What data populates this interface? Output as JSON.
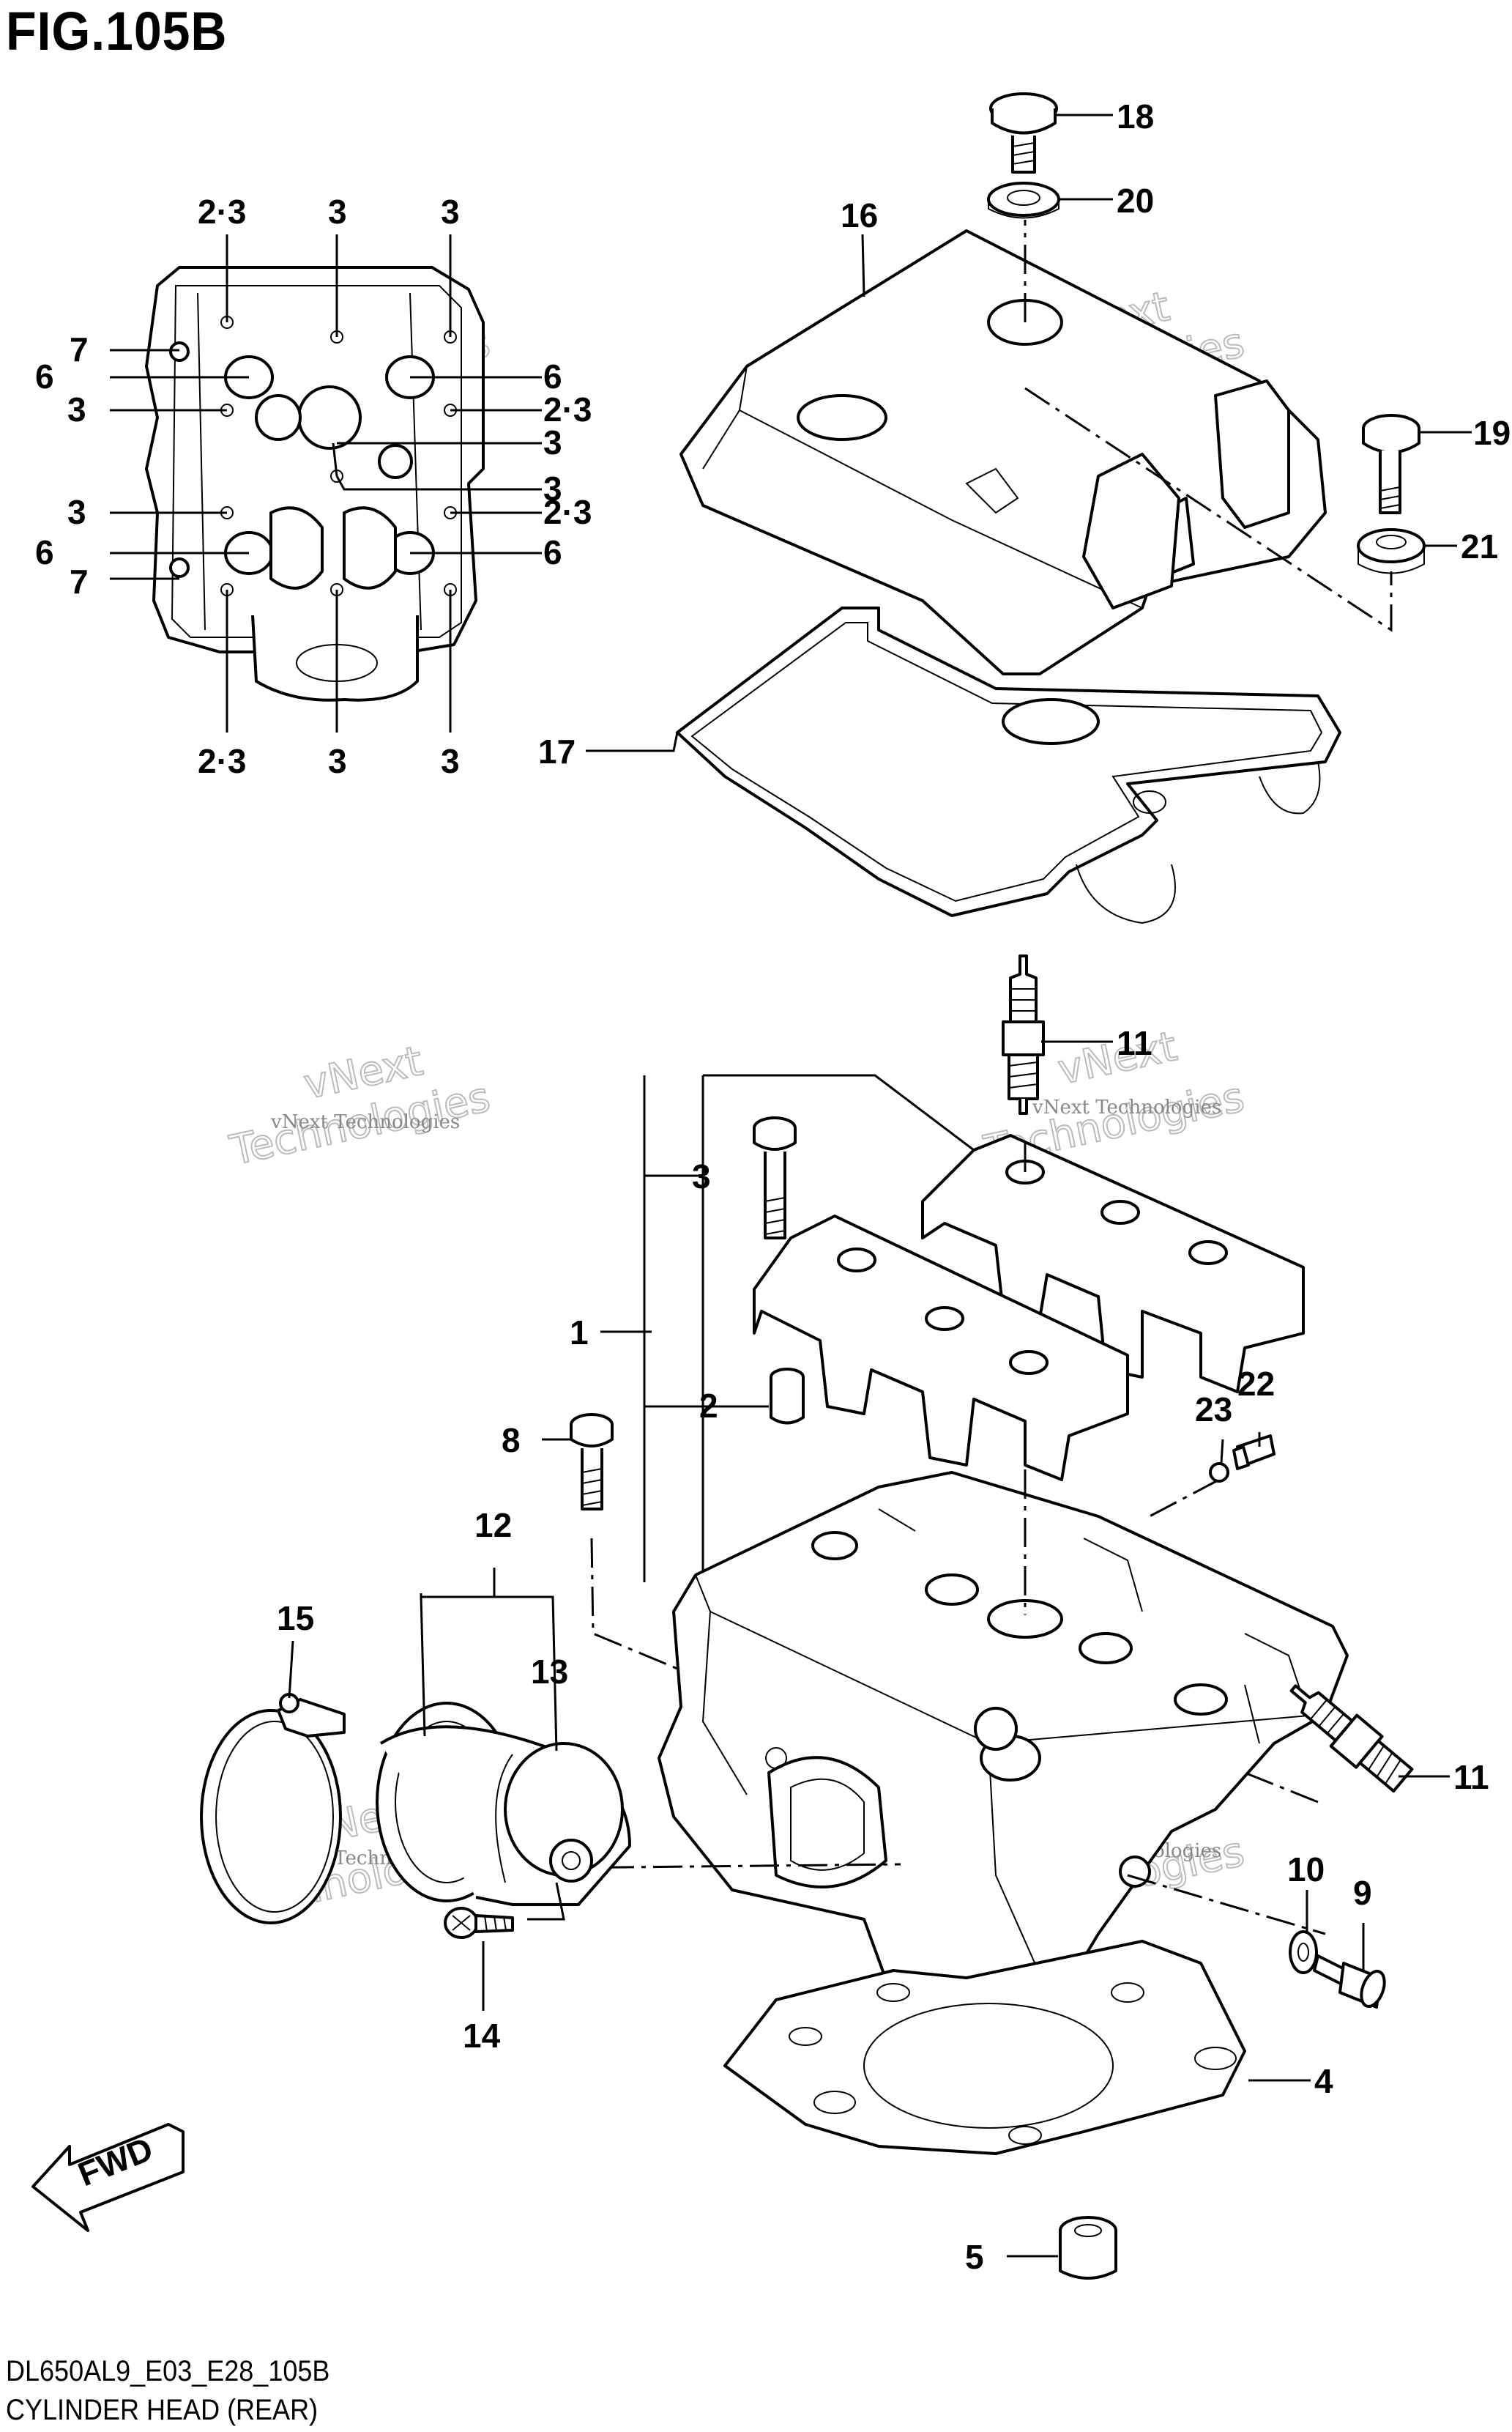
{
  "figure": {
    "title": "FIG.105B",
    "code": "DL650AL9_E03_E28_105B",
    "name": "CYLINDER HEAD (REAR)"
  },
  "watermark": {
    "line1": "vNext Technologies",
    "line2": "vNext",
    "line3": "Technologies"
  },
  "fwd": "FWD",
  "inset_labels": {
    "top_23": "2·3",
    "top_3a": "3",
    "top_3b": "3",
    "l7a": "7",
    "l6a": "6",
    "l3a": "3",
    "l3b": "3",
    "l6b": "6",
    "l7b": "7",
    "r6a": "6",
    "r23a": "2·3",
    "r3a": "3",
    "r3b": "3",
    "r23b": "2·3",
    "r6b": "6",
    "bot_23": "2·3",
    "bot_3a": "3",
    "bot_3b": "3"
  },
  "part_labels": {
    "p1": "1",
    "p2": "2",
    "p3": "3",
    "p4": "4",
    "p5": "5",
    "p8": "8",
    "p9": "9",
    "p10": "10",
    "p11a": "11",
    "p11b": "11",
    "p12": "12",
    "p13": "13",
    "p14": "14",
    "p15": "15",
    "p16": "16",
    "p17": "17",
    "p18": "18",
    "p19": "19",
    "p20": "20",
    "p21": "21",
    "p22": "22",
    "p23": "23"
  }
}
